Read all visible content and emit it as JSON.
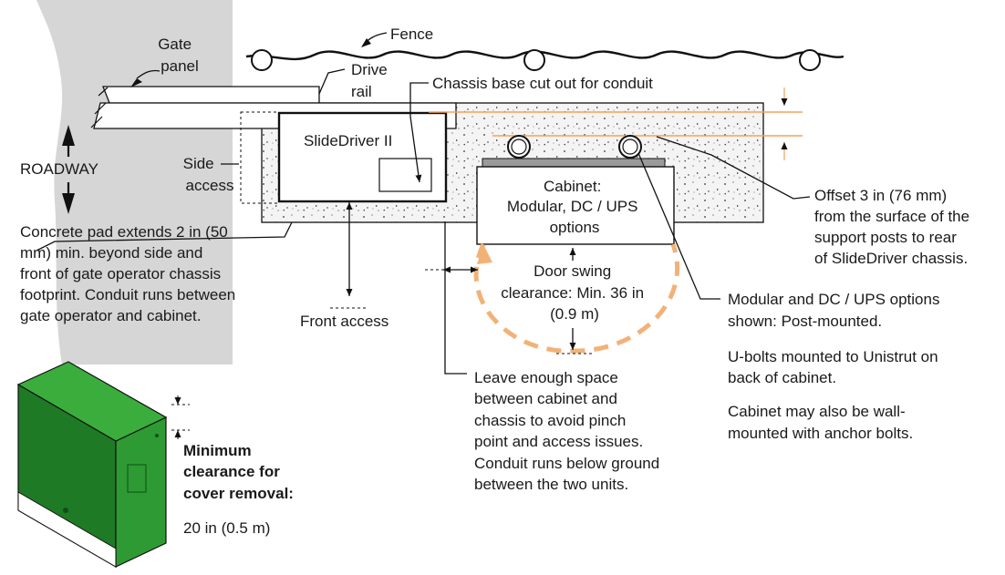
{
  "labels": {
    "fence": "Fence",
    "gate_panel": [
      "Gate",
      "panel"
    ],
    "drive_rail": [
      "Drive",
      "rail"
    ],
    "chassis_cutout": "Chassis base cut out for conduit",
    "roadway": "ROADWAY",
    "side_access": [
      "Side",
      "access"
    ],
    "slidedriver": "SlideDriver II",
    "cabinet": [
      "Cabinet:",
      "Modular, DC / UPS",
      "options"
    ],
    "offset": [
      "Offset 3 in (76 mm)",
      "from the surface of the",
      "support posts to rear",
      "of SlideDriver chassis."
    ],
    "concrete_note": [
      "Concrete pad extends 2 in (50",
      "mm) min. beyond side and",
      "front of gate operator chassis",
      "footprint. Conduit runs between",
      "gate operator and cabinet."
    ],
    "front_access": "Front access",
    "door_swing": [
      "Door swing",
      "clearance: Min. 36 in",
      "(0.9 m)"
    ],
    "modular_note": [
      "Modular and DC / UPS options",
      "shown: Post-mounted."
    ],
    "ubolts_note": [
      "U-bolts mounted to Unistrut on",
      "back of cabinet."
    ],
    "wall_note": [
      "Cabinet may also be wall-",
      "mounted with anchor bolts."
    ],
    "leave_space_note": [
      "Leave enough space",
      "between cabinet and",
      "chassis to avoid pinch",
      "point and access issues.",
      "Conduit runs below ground",
      "between the two units."
    ],
    "min_clearance": [
      "Minimum",
      "clearance for",
      "cover removal:"
    ],
    "min_clearance_value": "20 in (0.5 m)"
  },
  "colors": {
    "offset_lines": "#f0a35a",
    "door_swing_arc": "#f2b277",
    "cabinet_green": "#2e9a33",
    "cabinet_green_top": "#3aad3c",
    "cabinet_green_side": "#1f7a25",
    "ground_gray": "#d6d6d6",
    "concrete_fill": "#f3f3f3"
  }
}
